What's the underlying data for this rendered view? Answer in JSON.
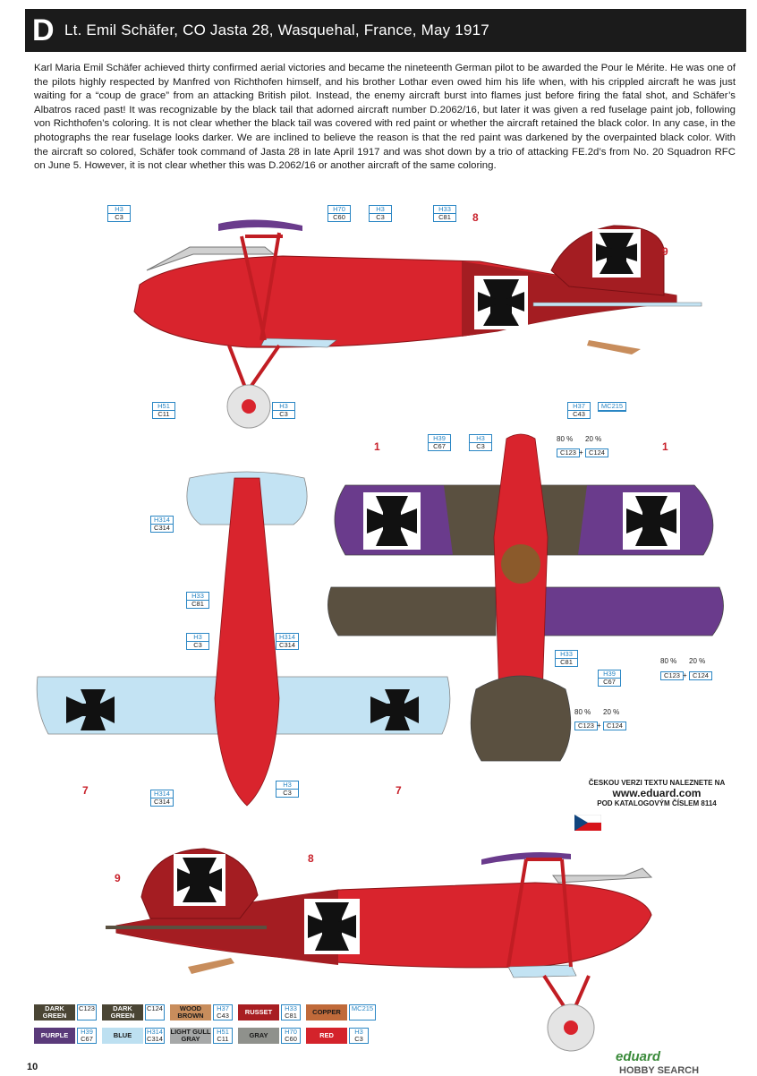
{
  "header": {
    "letter": "D",
    "title": "Lt. Emil Schäfer, CO Jasta 28, Wasquehal, France, May 1917"
  },
  "intro_text": "Karl Maria Emil Schäfer achieved thirty confirmed aerial victories and became the nineteenth German pilot to be awarded the Pour le Mérite. He was one of the pilots highly respected by Manfred von Richthofen himself, and his brother Lothar even owed him his life when, with his crippled aircraft he was just waiting for a “coup de grace” from an attacking British pilot. Instead, the enemy aircraft burst into flames just before firing the fatal shot, and Schäfer’s Albatros raced past! It was recognizable by the black tail that adorned aircraft number D.2062/16, but later it was given a red fuselage paint job, following von Richthofen’s coloring. It is not clear whether the black tail was covered with red paint or whether the aircraft retained the black color. In any case, in the photographs the rear fuselage looks darker. We are inclined to believe the reason is that the red paint was darkened by the overpainted black color. With the aircraft so colored, Schäfer took command of Jasta 28 in late April 1917 and was shot down by a trio of attacking FE.2d’s from No. 20 Squadron RFC on June 5. However, it is not clear whether this was D.2062/16 or another aircraft of the same coloring.",
  "callouts": {
    "side_top": [
      {
        "h": "H3",
        "c": "C3"
      },
      {
        "h": "H70",
        "c": "C60"
      },
      {
        "h": "H3",
        "c": "C3"
      },
      {
        "h": "H33",
        "c": "C81"
      }
    ],
    "side_bottom": [
      {
        "h": "H51",
        "c": "C11"
      },
      {
        "h": "H3",
        "c": "C3"
      },
      {
        "h": "H37",
        "c": "C43"
      },
      {
        "h": "MC215",
        "c": ""
      }
    ],
    "underside": [
      {
        "h": "H314",
        "c": "C314"
      },
      {
        "h": "H33",
        "c": "C81"
      },
      {
        "h": "H3",
        "c": "C3"
      },
      {
        "h": "H314",
        "c": "C314"
      },
      {
        "h": "H314",
        "c": "C314"
      },
      {
        "h": "H3",
        "c": "C3"
      }
    ],
    "upper": [
      {
        "h": "H39",
        "c": "C67"
      },
      {
        "h": "H3",
        "c": "C3"
      },
      {
        "h": "H33",
        "c": "C81"
      },
      {
        "h": "H39",
        "c": "C67"
      }
    ],
    "mix": [
      {
        "a_pct": "80 %",
        "b_pct": "20 %",
        "a": "C123",
        "b": "C124",
        "plus": "+"
      },
      {
        "a_pct": "80 %",
        "b_pct": "20 %",
        "a": "C123",
        "b": "C124",
        "plus": "+"
      },
      {
        "a_pct": "80 %",
        "b_pct": "20 %",
        "a": "C123",
        "b": "C124",
        "plus": "+"
      }
    ]
  },
  "markers": {
    "side_top": [
      "8",
      "9"
    ],
    "upper": [
      "1",
      "1"
    ],
    "underside": [
      "7",
      "7"
    ],
    "side_bottom": [
      "8",
      "9"
    ]
  },
  "czech_note": {
    "line1": "ČESKOU VERZI TEXTU NALEZNETE NA",
    "line2": "www.eduard.com",
    "line3": "POD KATALOGOVÝM ČÍSLEM 8114"
  },
  "legend": [
    {
      "name": "DARK GREEN",
      "h": "",
      "c": "C123",
      "color": "#4a4534"
    },
    {
      "name": "DARK GREEN",
      "h": "",
      "c": "C124",
      "color": "#4a4534"
    },
    {
      "name": "WOOD BROWN",
      "h": "H37",
      "c": "C43",
      "color": "#c88d5c"
    },
    {
      "name": "RUSSET",
      "h": "H33",
      "c": "C81",
      "color": "#a81e22"
    },
    {
      "name": "COPPER",
      "h": "MC215",
      "c": "",
      "color": "#c06a3a"
    },
    {
      "name": "PURPLE",
      "h": "H39",
      "c": "C67",
      "color": "#5a3a7a"
    },
    {
      "name": "BLUE",
      "h": "H314",
      "c": "C314",
      "color": "#bde0f1"
    },
    {
      "name": "LIGHT GULL GRAY",
      "h": "H51",
      "c": "C11",
      "color": "#a6a8a8"
    },
    {
      "name": "GRAY",
      "h": "H70",
      "c": "C60",
      "color": "#8f918c"
    },
    {
      "name": "RED",
      "h": "H3",
      "c": "C3",
      "color": "#d4232b"
    }
  ],
  "page_number": "10",
  "brand": "eduard",
  "watermark": "HOBBY SEARCH",
  "colors": {
    "red": "#d9242d",
    "dark_red": "#a41d22",
    "purple": "#6a3b8c",
    "olive": "#5a5040",
    "light_blue": "#c3e3f3",
    "callout_blue": "#2a86c4"
  }
}
